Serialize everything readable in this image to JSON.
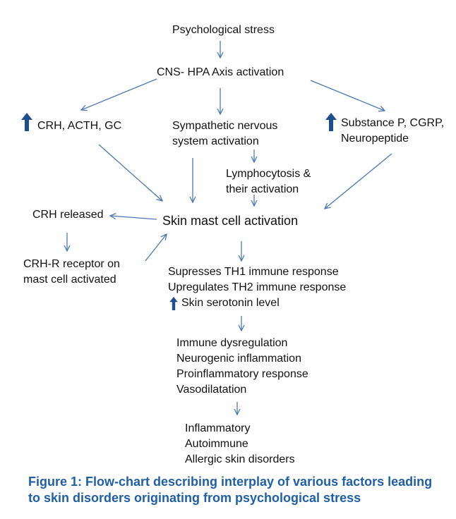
{
  "nodes": {
    "stress": "Psychological stress",
    "cns": "CNS- HPA Axis activation",
    "crh_acth": "CRH, ACTH, GC",
    "sympathetic": [
      "Sympathetic  nervous",
      "system activation"
    ],
    "substance_p": [
      "Substance P, CGRP,",
      "Neuropeptide"
    ],
    "lymphocytosis": [
      "Lymphocytosis &",
      "their activation"
    ],
    "mast_cell": "Skin mast cell activation",
    "crh_released": "CRH released",
    "crh_receptor": [
      "CRH-R receptor on",
      "mast cell activated"
    ],
    "th_effects": [
      "Supresses TH1 immune response",
      "Upregulates TH2 immune response"
    ],
    "serotonin": "Skin serotonin level",
    "dysregulation": [
      "Immune dysregulation",
      "Neurogenic inflammation",
      "Proinflammatory response",
      "Vasodilatation"
    ],
    "disorders": [
      "Inflammatory",
      "Autoimmune",
      "Allergic  skin disorders"
    ]
  },
  "caption": [
    "Figure 1: Flow-chart describing interplay of various factors leading",
    "to skin disorders originating from psychological stress"
  ],
  "colors": {
    "arrow": "#4a78b5",
    "up_arrow": "#1f4e8c",
    "caption": "#1f5fa8"
  },
  "icons": {
    "increase": "up-arrow-icon"
  }
}
